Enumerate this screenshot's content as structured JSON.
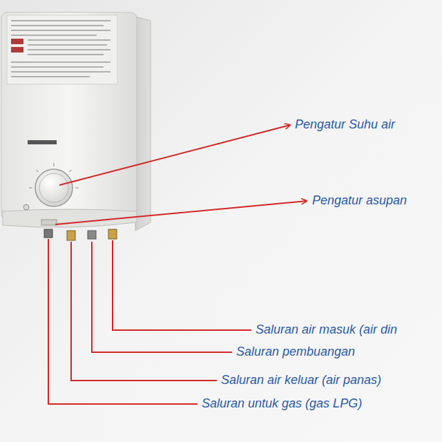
{
  "diagram": {
    "labels": [
      "Pengatur Suhu air",
      "Pengatur asupan",
      "Saluran air masuk (air din",
      "Saluran pembuangan",
      "Saluran air keluar (air panas)",
      "Saluran untuk gas (gas LPG)"
    ]
  }
}
